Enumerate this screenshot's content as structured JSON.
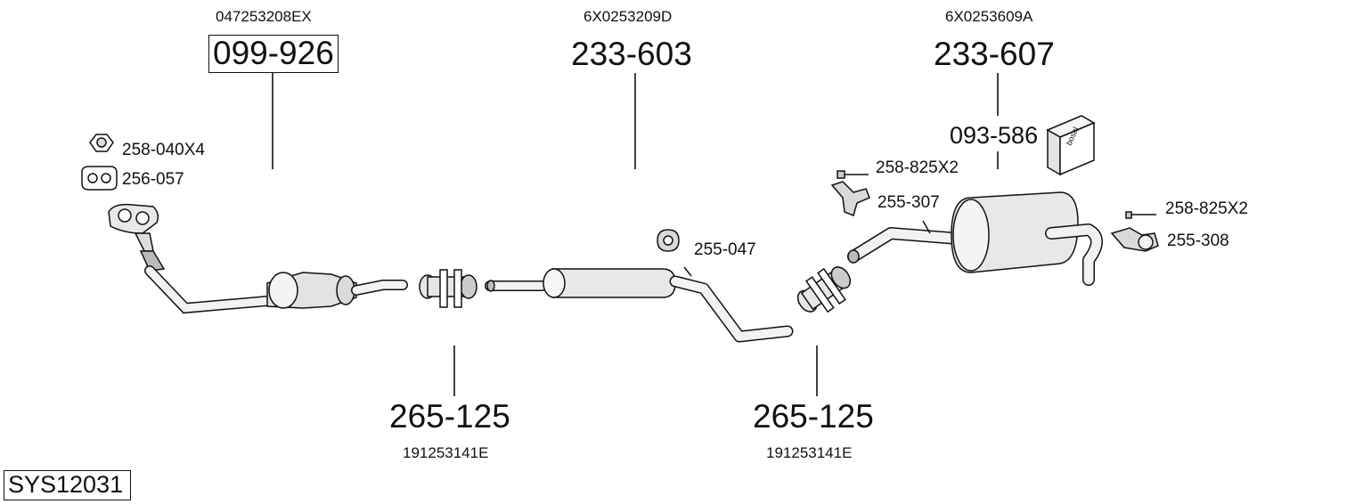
{
  "system_code": "SYS12031",
  "top_parts": [
    {
      "part": "099-926",
      "oem": "047253208EX",
      "boxed": true
    },
    {
      "part": "233-603",
      "oem": "6X0253209D",
      "boxed": false
    },
    {
      "part": "233-607",
      "oem": "6X0253609A",
      "boxed": false
    }
  ],
  "bottom_parts": [
    {
      "part": "265-125",
      "oem": "191253141E"
    },
    {
      "part": "265-125",
      "oem": "191253141E"
    }
  ],
  "small_parts": {
    "nut": "258-040X4",
    "gasket": "256-057",
    "mid_hanger": "255-047",
    "rear_bolt_left": "258-825X2",
    "rear_bracket_left": "255-307",
    "rear_bolt_right": "258-825X2",
    "rear_bracket_right": "255-308",
    "fitting_kit": "093-586"
  },
  "icons": {
    "box_brand": "bosal"
  }
}
